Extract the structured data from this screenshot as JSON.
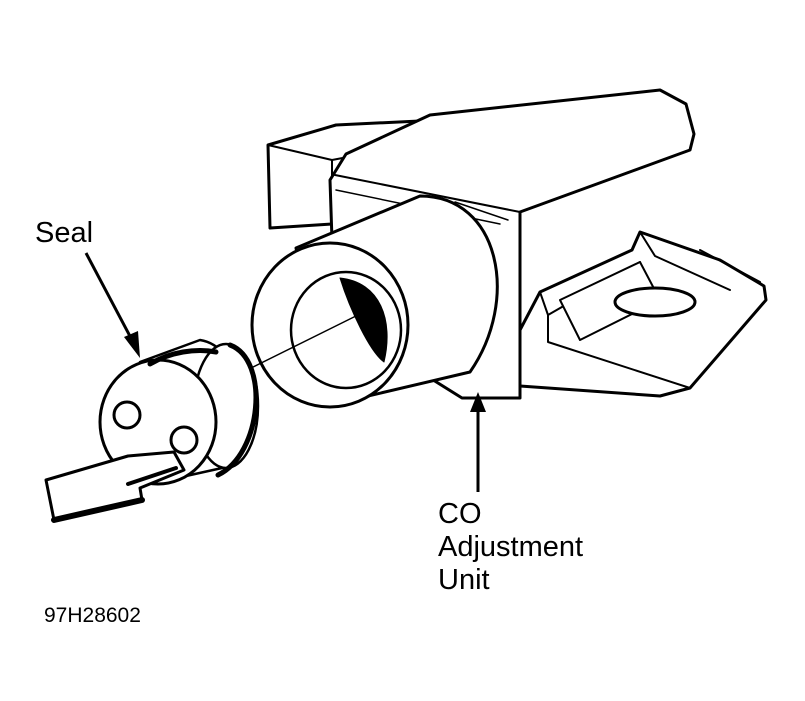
{
  "labels": {
    "seal": "Seal",
    "co_unit_line1": "CO",
    "co_unit_line2": "Adjustment",
    "co_unit_line3": "Unit",
    "figure_id": "97H28602"
  },
  "colors": {
    "ink": "#000000",
    "paper": "#ffffff"
  }
}
